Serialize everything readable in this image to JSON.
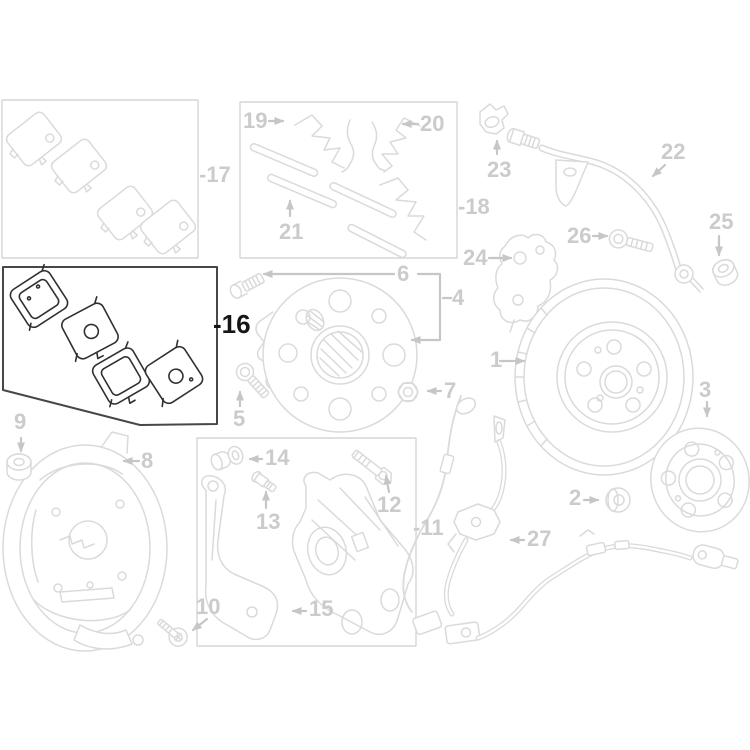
{
  "diagram": {
    "kind": "exploded-parts-diagram",
    "background_color": "#ffffff",
    "outline_color": "#d9d9d9",
    "label_color": "#cbcbcb",
    "highlight_color": "#1a1a1a",
    "highlighted_callout": "16"
  },
  "callouts": [
    {
      "text": "1"
    },
    {
      "text": "2"
    },
    {
      "text": "3"
    },
    {
      "text": "4"
    },
    {
      "text": "5"
    },
    {
      "text": "6"
    },
    {
      "text": "7"
    },
    {
      "text": "8"
    },
    {
      "text": "9"
    },
    {
      "text": "10"
    },
    {
      "text": "-11"
    },
    {
      "text": "12"
    },
    {
      "text": "13"
    },
    {
      "text": "14"
    },
    {
      "text": "15"
    },
    {
      "text": "-16"
    },
    {
      "text": "-17"
    },
    {
      "text": "-18"
    },
    {
      "text": "19"
    },
    {
      "text": "20"
    },
    {
      "text": "21"
    },
    {
      "text": "22"
    },
    {
      "text": "23"
    },
    {
      "text": "24"
    },
    {
      "text": "25"
    },
    {
      "text": "26"
    },
    {
      "text": "27"
    }
  ]
}
